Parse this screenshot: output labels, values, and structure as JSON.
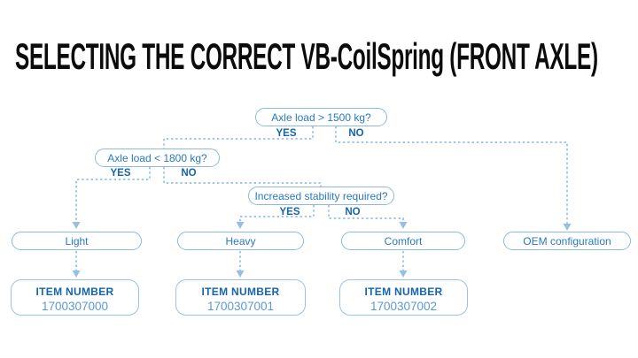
{
  "page": {
    "title": "SELECTING THE CORRECT VB-CoilSpring (FRONT AXLE)"
  },
  "appearance": {
    "accent_blue": "#2979bd",
    "bold_label_blue": "#1465ad",
    "number_blue": "#5a9ad2",
    "line_blue": "#96bfe4",
    "box_border_blue": "#8fb8de",
    "title_color": "#0b0b0b",
    "background": "#ffffff"
  },
  "flowchart": {
    "decisions": [
      {
        "question": "Axle load > 1500 kg?",
        "yes_label": "YES",
        "no_label": "NO"
      },
      {
        "question": "Axle load < 1800 kg?",
        "yes_label": "YES",
        "no_label": "NO"
      },
      {
        "question": "Increased stability required?",
        "yes_label": "YES",
        "no_label": "NO"
      }
    ],
    "options": [
      {
        "label": "Light"
      },
      {
        "label": "Heavy"
      },
      {
        "label": "Comfort"
      },
      {
        "label": "OEM configuration"
      }
    ],
    "items": [
      {
        "header": "ITEM NUMBER",
        "number": "1700307000"
      },
      {
        "header": "ITEM NUMBER",
        "number": "1700307001"
      },
      {
        "header": "ITEM NUMBER",
        "number": "1700307002"
      }
    ]
  }
}
